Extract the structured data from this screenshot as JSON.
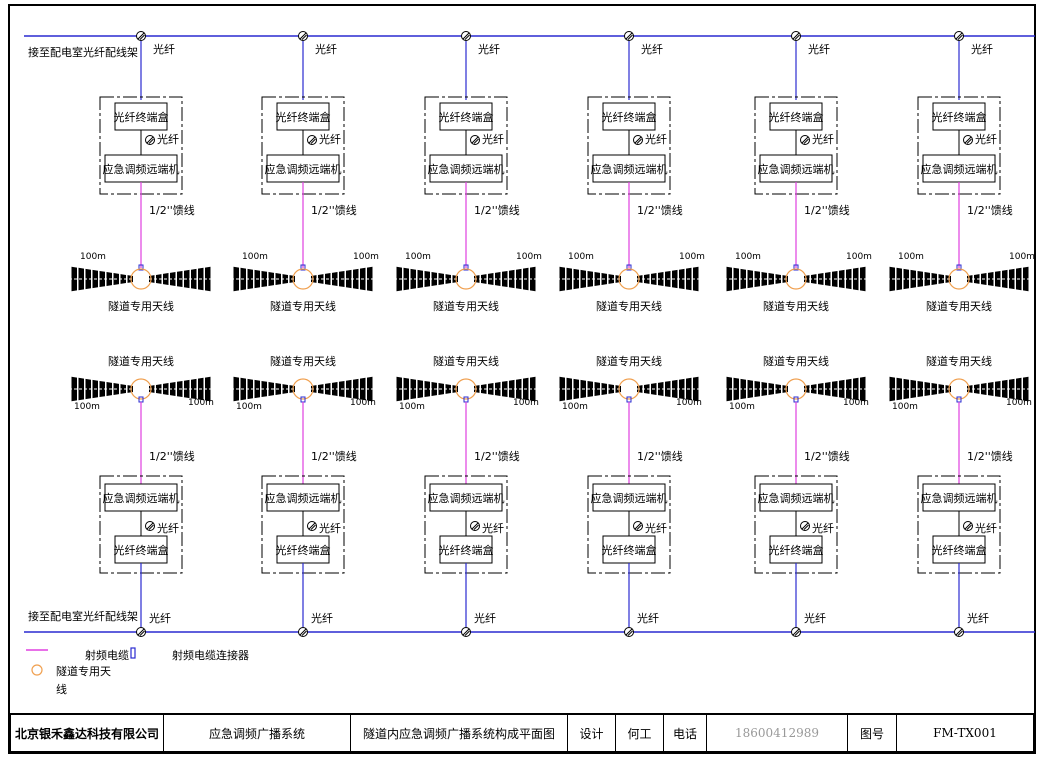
{
  "labels": {
    "source_top": "接至配电室光纤配线架",
    "source_bottom": "接至配电室光纤配线架",
    "fiber": "光纤",
    "fiber_bottom_last": "光纤",
    "otb": "光纤终端盒",
    "remote": "应急调频远端机",
    "feeder": "1/2''馈线",
    "antenna": "隧道专用天线",
    "dist": "100m"
  },
  "legend": {
    "rf_cable": "射频电缆",
    "connector": "射频电缆连接器",
    "antenna_line1": "隧道专用天",
    "antenna_line2": "线"
  },
  "titleblock": {
    "company": "北京银禾鑫达科技有限公司",
    "system": "应急调频广播系统",
    "drawing": "隧道内应急调频广播系统构成平面图",
    "design_label": "设计",
    "designer": "何工",
    "phone_label": "电话",
    "phone": "18600412989",
    "figno_label": "图号",
    "figno": "FM-TX001"
  },
  "colors": {
    "fiber_line": "#2a2ad0",
    "rf_cable": "#e040e0",
    "antenna_circle": "#f0a050",
    "frame": "#000000"
  }
}
